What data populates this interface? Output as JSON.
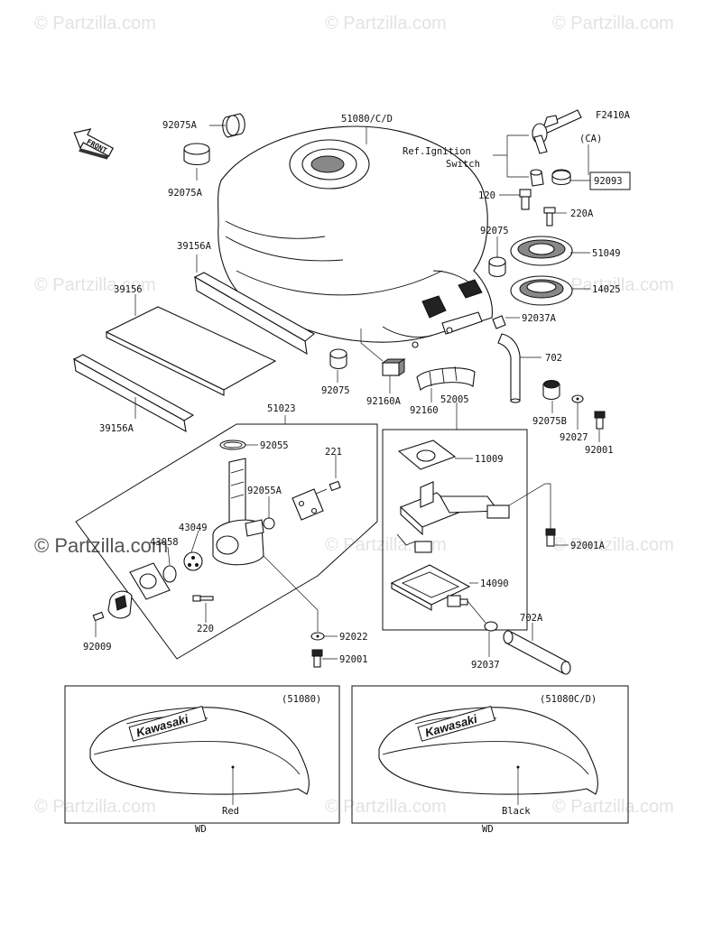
{
  "diagram": {
    "figure_code": "F2410A",
    "front_label": "FRONT",
    "ref_ignition_line1": "Ref.Ignition",
    "ref_ignition_line2": "Switch",
    "ca_label": "(CA)",
    "watermark_text": "© Partzilla.com",
    "labels": {
      "p92075A_top": "92075A",
      "p92075A_bot": "92075A",
      "p51080": "51080/C/D",
      "p39156A_top": "39156A",
      "p39156": "39156",
      "p39156A_bot": "39156A",
      "p92093": "92093",
      "p120": "120",
      "p220A": "220A",
      "p92075_r": "92075",
      "p51049": "51049",
      "p14025": "14025",
      "p92037A": "92037A",
      "p702": "702",
      "p92075_l": "92075",
      "p92160A": "92160A",
      "p92160": "92160",
      "p52005": "52005",
      "p92075B": "92075B",
      "p92027": "92027",
      "p92001_r": "92001",
      "p51023": "51023",
      "p92055": "92055",
      "p221": "221",
      "p92055A": "92055A",
      "p43049": "43049",
      "p43058": "43058",
      "p11009": "11009",
      "p92001A": "92001A",
      "p14090": "14090",
      "p702A": "702A",
      "p220": "220",
      "p92009": "92009",
      "p92022": "92022",
      "p92001_b": "92001",
      "p92037": "92037"
    },
    "variants": [
      {
        "code": "(51080)",
        "color": "Red",
        "market": "WD",
        "brand": "Kawasaki"
      },
      {
        "code": "(51080C/D)",
        "color": "Black",
        "market": "WD",
        "brand": "Kawasaki"
      }
    ]
  }
}
